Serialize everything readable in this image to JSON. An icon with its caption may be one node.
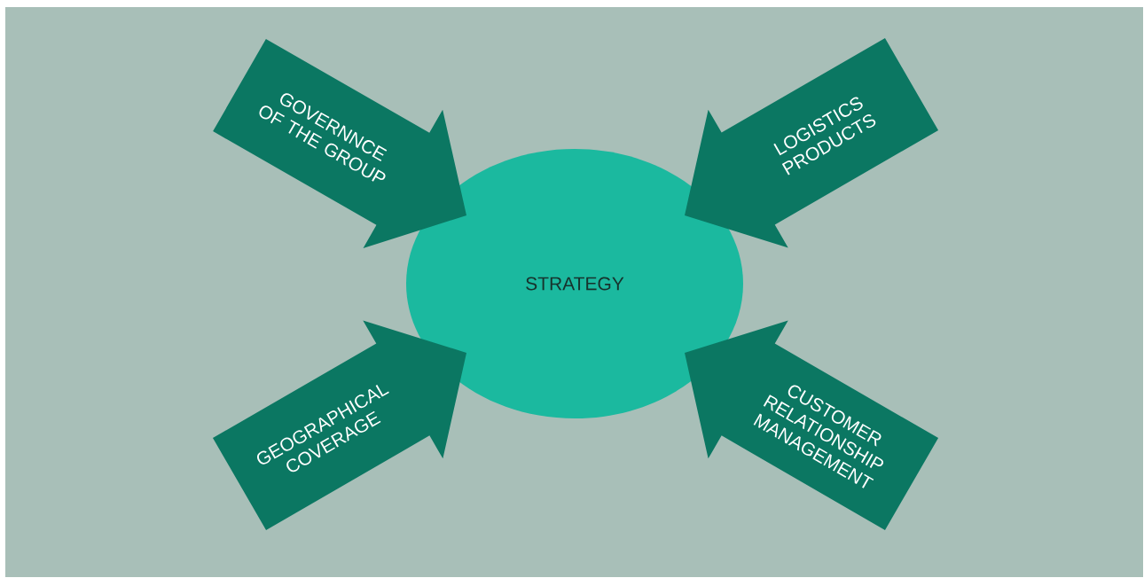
{
  "diagram": {
    "nodes": [
      {
        "text": [
          "GOVERNNCE OF THE GROUP"
        ]
      },
      {
        "text": [
          "LOGISTICS PRODUCTS"
        ]
      },
      {
        "text": [
          "STRATEGY"
        ]
      },
      {
        "text": [
          "GEOGRAPHICAL COVERAGE"
        ]
      },
      {
        "text": [
          "CUSTOMER RELATIONSHIP MANAGEMENT"
        ]
      }
    ]
  }
}
